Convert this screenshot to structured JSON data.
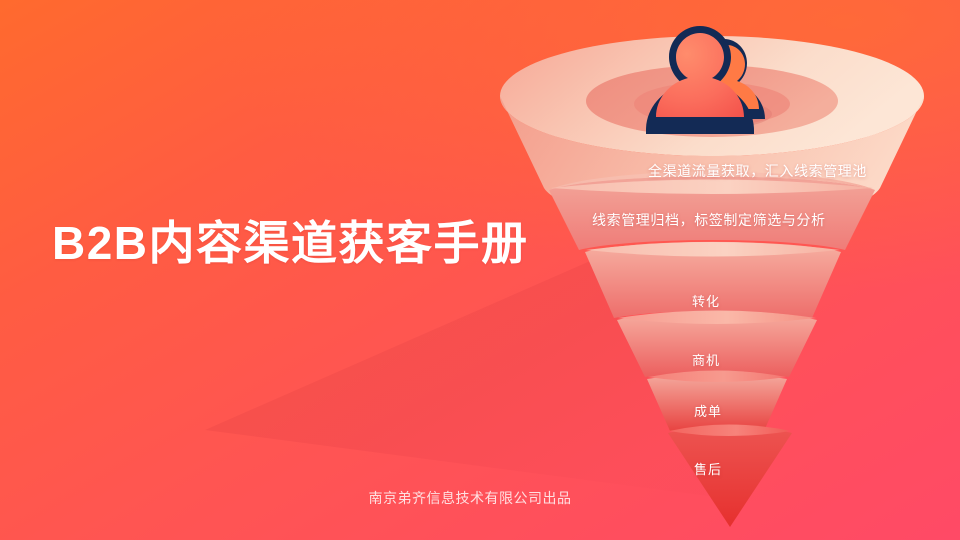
{
  "slide": {
    "headline": "B2B内容渠道获客手册",
    "footer": "南京弟齐信息技术有限公司出品",
    "background_top_color": "#FF6A2E",
    "background_bottom_color": "#FF4A66",
    "headline_color": "#FFFFFF"
  },
  "illustration": {
    "name": "sales-funnel",
    "top_icon": "users-group-icon",
    "icon_outline_color": "#132A55",
    "icon_fill_color": "#FF6A52",
    "funnel_highlight_color": "#FBD6C4",
    "funnel_deep_color": "#E8332F"
  },
  "funnel": {
    "stages": [
      {
        "label": "全渠道流量获取，汇入线索管理池",
        "style": "wide"
      },
      {
        "label": "线索管理归档，标签制定筛选与分析",
        "style": "wide"
      },
      {
        "label": "转化",
        "style": "short"
      },
      {
        "label": "商机",
        "style": "short"
      },
      {
        "label": "成单",
        "style": "short"
      },
      {
        "label": "售后",
        "style": "short"
      }
    ]
  }
}
